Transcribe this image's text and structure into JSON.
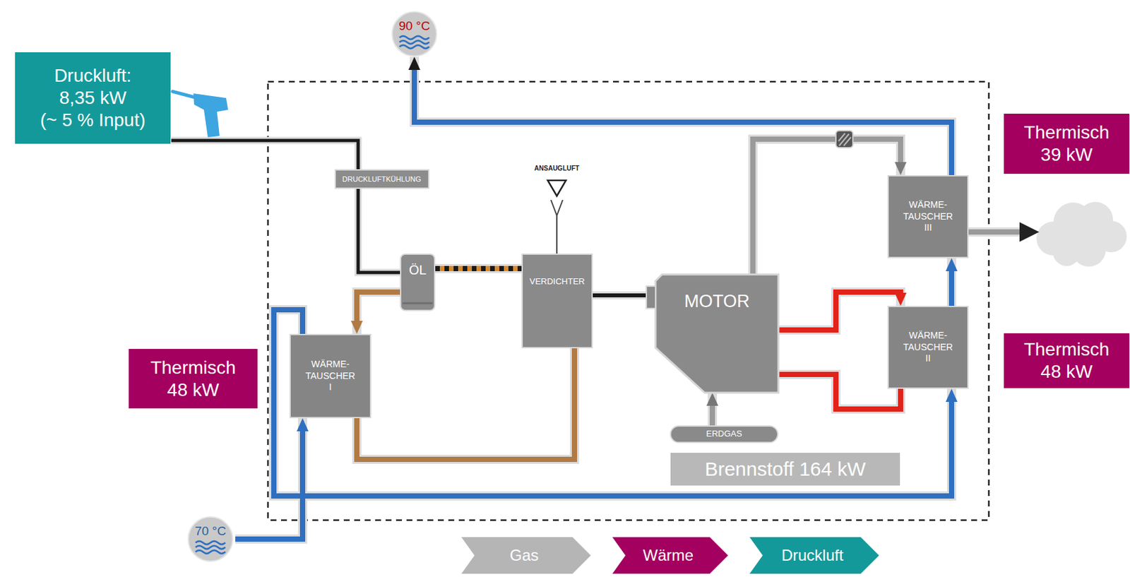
{
  "diagram": {
    "nodes": [
      {
        "text": [
          "90 °C"
        ]
      },
      {
        "text": [
          "Druckluft:",
          "8,35 kW",
          "(~ 5 % Input)"
        ]
      },
      {
        "text": [
          "Thermisch",
          "39 kW"
        ]
      },
      {
        "text": [
          "DRUCKLUFTKÜHLUNG"
        ]
      },
      {
        "text": [
          "WÄRME- TAUSCHER III"
        ]
      },
      {
        "text": [
          "ÖL"
        ]
      },
      {
        "text": [
          "VERDICHTER"
        ]
      },
      {
        "text": [
          "MOTOR"
        ]
      },
      {
        "text": [
          "WÄRME- TAUSCHER II"
        ]
      },
      {
        "text": [
          "Thermisch",
          "48 kW"
        ]
      },
      {
        "text": [
          "WÄRME- TAUSCHER I"
        ]
      },
      {
        "text": [
          "Thermisch",
          "48 kW"
        ]
      },
      {
        "text": [
          "ERDGAS"
        ]
      },
      {
        "text": [
          "Brennstoff 164 kW"
        ]
      },
      {
        "text": [
          "70 °C"
        ]
      }
    ],
    "edges": [
      {
        "from": 14,
        "to": 10,
        "arrow": "to"
      },
      {
        "from": 10,
        "to": 8,
        "arrow": "to"
      },
      {
        "from": 8,
        "to": 4,
        "arrow": "to"
      },
      {
        "from": 4,
        "to": 0,
        "arrow": "to"
      },
      {
        "from": 5,
        "to": 10,
        "arrow": "to"
      },
      {
        "from": 10,
        "to": 6,
        "arrow": "none"
      },
      {
        "from": 5,
        "to": 6,
        "arrow": "none"
      },
      {
        "from": 6,
        "to": 7,
        "arrow": "none"
      },
      {
        "from": 12,
        "to": 7,
        "arrow": "to"
      },
      {
        "from": 7,
        "to": 8,
        "arrow": "to"
      },
      {
        "from": 8,
        "to": 7,
        "arrow": "none"
      },
      {
        "from": 7,
        "to": 4,
        "arrow": "to"
      },
      {
        "from": 5,
        "to": 3,
        "arrow": "none"
      },
      {
        "from": 3,
        "to": 1,
        "arrow": "none"
      }
    ],
    "labels": [
      "ANSAUGLUFT"
    ],
    "legend": [
      {
        "text": "Gas",
        "color": "#b5b5b5"
      },
      {
        "text": "Wärme",
        "color": "#a3005f"
      },
      {
        "text": "Druckluft",
        "color": "#14999a"
      }
    ]
  }
}
